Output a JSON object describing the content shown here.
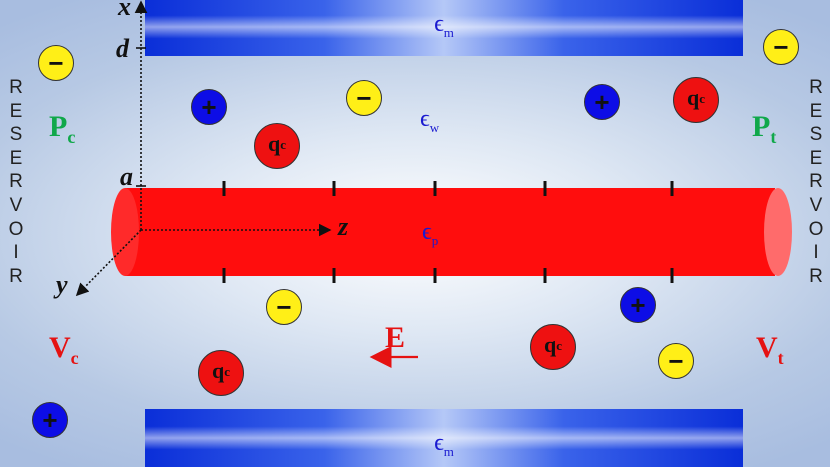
{
  "plates": {
    "top_label": "ϵ",
    "top_sub": "m",
    "bottom_label": "ϵ",
    "bottom_sub": "m"
  },
  "media": {
    "water_label": "ϵ",
    "water_sub": "w",
    "particle_label": "ϵ",
    "particle_sub": "p"
  },
  "reservoir_left": [
    "R",
    "E",
    "S",
    "E",
    "R",
    "V",
    "O",
    "I",
    "R"
  ],
  "reservoir_right": [
    "R",
    "E",
    "S",
    "E",
    "R",
    "V",
    "O",
    "I",
    "R"
  ],
  "labels": {
    "pc_main": "P",
    "pc_sub": "c",
    "pt_main": "P",
    "pt_sub": "t",
    "vc_main": "V",
    "vc_sub": "c",
    "vt_main": "V",
    "vt_sub": "t",
    "field": "E"
  },
  "axes": {
    "x": "x",
    "d": "d",
    "a": "a",
    "z": "z",
    "y": "y"
  },
  "ions": {
    "neg_symbol": "−",
    "pos_symbol": "+",
    "qc_main": "q",
    "qc_sub": "c"
  },
  "colors": {
    "cylinder": "#ff0d0d",
    "negative_ion": "#ffef17",
    "positive_ion": "#0d0de6",
    "charged_particle": "#ee1111",
    "green_label": "#10a84a",
    "red_label": "#e51212",
    "epsilon_text": "#1a1ad0"
  }
}
